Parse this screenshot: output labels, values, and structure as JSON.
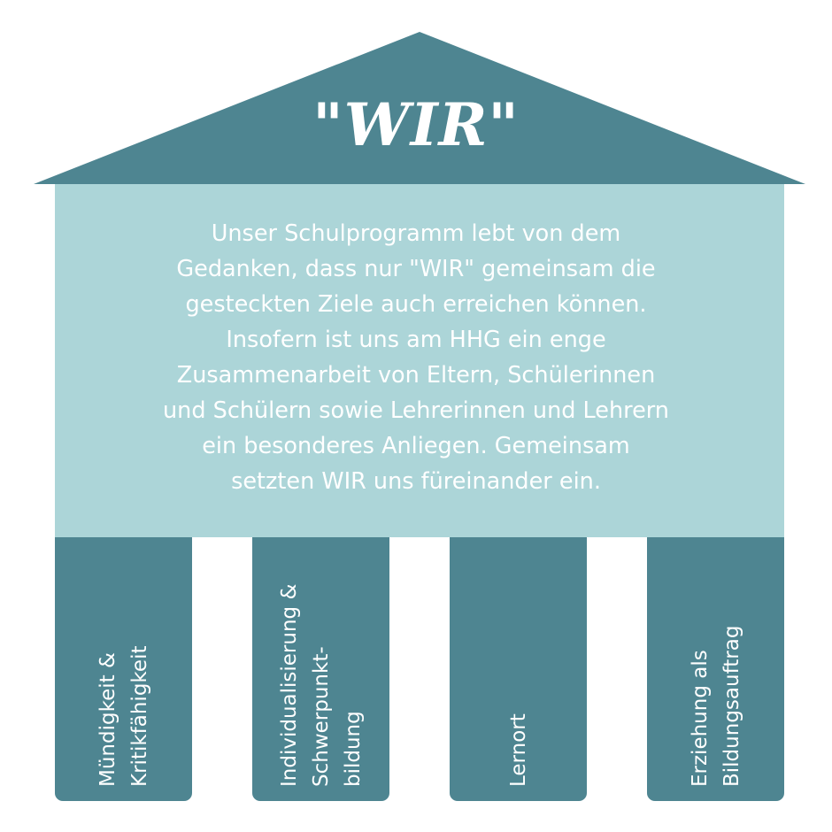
{
  "roof": {
    "title": "\"WIR\""
  },
  "body": {
    "lines": [
      "Unser Schulprogramm lebt von dem",
      "Gedanken, dass nur \"WIR\" gemeinsam die",
      "gesteckten Ziele auch erreichen können.",
      "Insofern ist uns am HHG ein enge",
      "Zusammenarbeit von Eltern, Schülerinnen",
      "und Schülern sowie Lehrerinnen und Lehrern",
      "ein besonderes Anliegen. Gemeinsam",
      "setzten WIR uns füreinander ein."
    ]
  },
  "pillars": [
    {
      "lines": [
        "Mündigkeit &",
        "Kritikfähigkeit"
      ]
    },
    {
      "lines": [
        "Individualisierung &",
        "Schwerpunkt-",
        "bildung"
      ]
    },
    {
      "lines": [
        "Lernort"
      ]
    },
    {
      "lines": [
        "Erziehung als",
        "Bildungsauftrag"
      ]
    }
  ],
  "colors": {
    "roof": "#4e8591",
    "body": "#acd5d8",
    "pillar": "#4e8591",
    "text": "#ffffff"
  }
}
